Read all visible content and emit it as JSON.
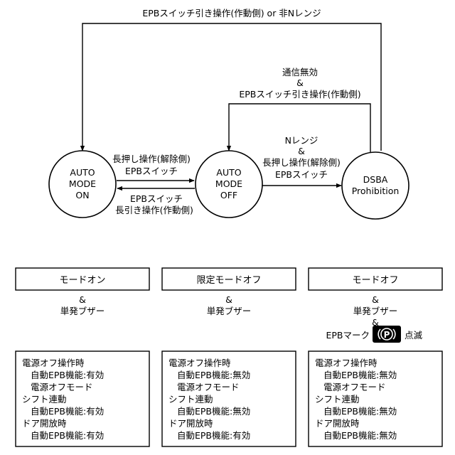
{
  "states": {
    "on": [
      "AUTO",
      "MODE",
      "ON"
    ],
    "off": [
      "AUTO",
      "MODE",
      "OFF"
    ],
    "prohibition": [
      "DSBA",
      "Prohibition"
    ]
  },
  "transitions": {
    "top_loop": "EPBスイッチ引き操作(作動側) or 非Nレンジ",
    "mid_loop": [
      "通信無効",
      "&",
      "EPBスイッチ引き操作(作動側)"
    ],
    "on_to_off": [
      "長押し操作(解除側)",
      "EPBスイッチ"
    ],
    "off_to_on": [
      "EPBスイッチ",
      "長引き操作(作動側)"
    ],
    "off_to_prohibition": [
      "Nレンジ",
      "&",
      "長押し操作(解除側)",
      "EPBスイッチ"
    ]
  },
  "columns": [
    {
      "header": "モードオン",
      "outputs": [
        "&",
        "単発ブザー"
      ],
      "details": [
        "電源オフ操作時",
        "自動EPB機能:有効",
        "電源オフモード",
        "シフト連動",
        "自動EPB機能:有効",
        "ドア開放時",
        "自動EPB機能:有効"
      ]
    },
    {
      "header": "限定モードオフ",
      "outputs": [
        "&",
        "単発ブザー"
      ],
      "details": [
        "電源オフ操作時",
        "自動EPB機能:無効",
        "電源オフモード",
        "シフト連動",
        "自動EPB機能:無効",
        "ドア開放時",
        "自動EPB機能:有効"
      ]
    },
    {
      "header": "モードオフ",
      "outputs": [
        "&",
        "単発ブザー",
        "&"
      ],
      "epb_lamp": {
        "prefix": "EPBマーク",
        "symbol": "P",
        "suffix": "点滅"
      },
      "details": [
        "電源オフ操作時",
        "自動EPB機能:無効",
        "電源オフモード",
        "シフト連動",
        "自動EPB機能:無効",
        "ドア開放時",
        "自動EPB機能:無効"
      ]
    }
  ]
}
